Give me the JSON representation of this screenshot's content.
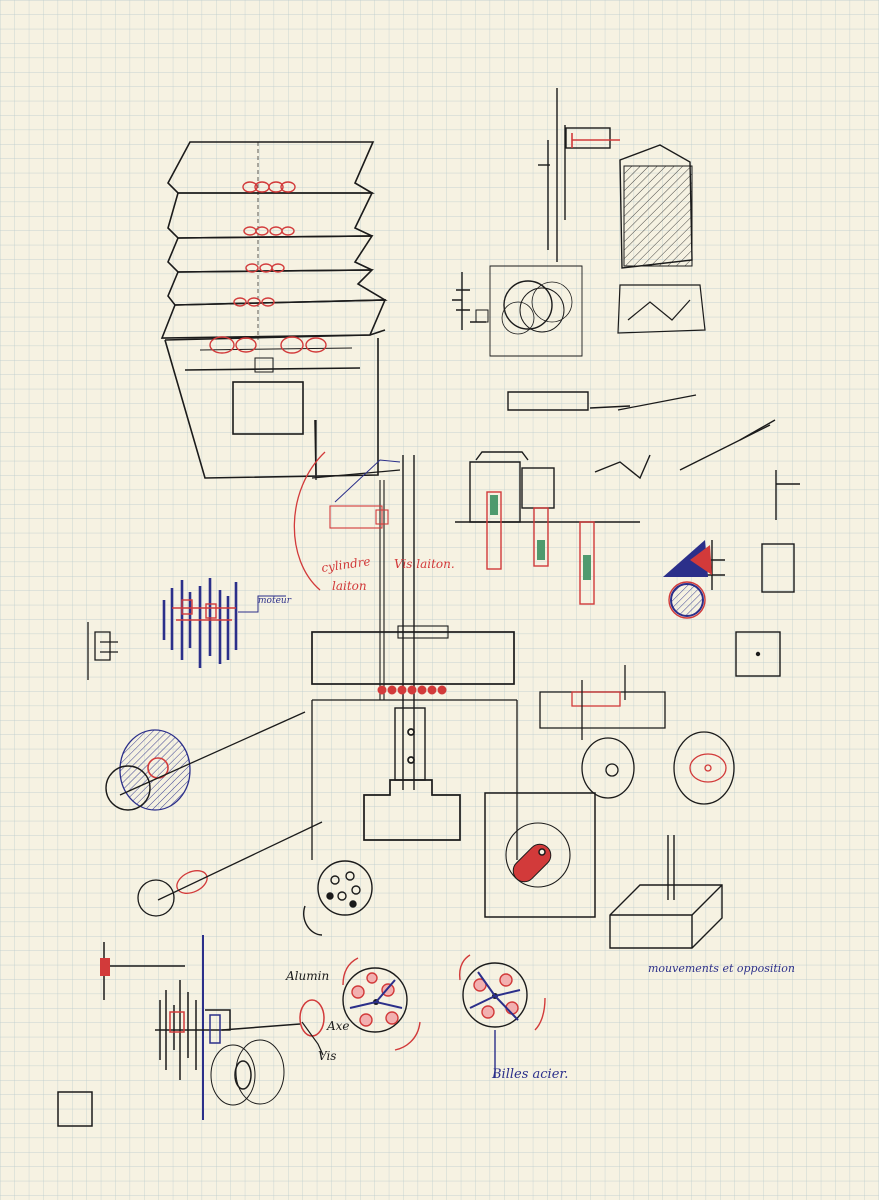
{
  "colors": {
    "paper": "#f6f2e2",
    "grid": "#b8c9cc",
    "ink": "#1b1b1b",
    "red": "#d23a3a",
    "blue": "#2b2f8a",
    "green": "#4f9a6e"
  },
  "annotations": {
    "cylindre": "cylindre",
    "laiton": "laiton",
    "vis_laiton": "Vis laiton.",
    "moteur": "moteur",
    "aluminium": "Alumin",
    "axe": "Axe",
    "vis": "Vis",
    "billes": "Billes acier.",
    "mouvements": "mouvements et opposition"
  }
}
